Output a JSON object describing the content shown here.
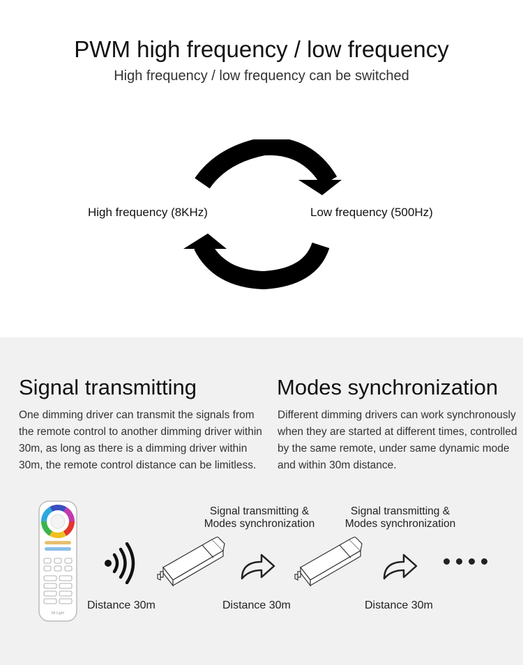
{
  "header": {
    "title": "PWM high frequency / low frequency",
    "subtitle": "High frequency / low frequency can be switched"
  },
  "cycle": {
    "left_label": "High frequency (8KHz)",
    "right_label": "Low frequency (500Hz)"
  },
  "signal": {
    "title": "Signal transmitting",
    "text": "One dimming driver can transmit the signals from the remote control to another dimming driver within 30m, as long as there is a dimming driver within 30m, the remote control distance can be limitless."
  },
  "modes": {
    "title": "Modes synchronization",
    "text": "Different dimming drivers can work synchronously when they are started at different times, controlled by the same remote, under same dynamic mode and within 30m distance."
  },
  "diagram": {
    "caption1_line1": "Signal transmitting &",
    "caption1_line2": "Modes synchronization",
    "caption2_line1": "Signal transmitting &",
    "caption2_line2": "Modes synchronization",
    "distance1": "Distance 30m",
    "distance2": "Distance 30m",
    "distance3": "Distance 30m",
    "remote_brand": "Mi·Light"
  },
  "icons": [
    "cycle-arrow-icon",
    "remote-control-icon",
    "wireless-signal-icon",
    "driver-icon",
    "share-arrow-icon",
    "ellipsis-icon"
  ]
}
